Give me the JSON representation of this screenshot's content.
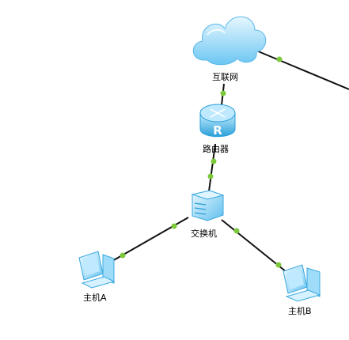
{
  "nodes": {
    "internet": {
      "label": "互联网",
      "icon": "cloud-icon"
    },
    "router": {
      "label": "路由器",
      "icon": "router-icon"
    },
    "switch": {
      "label": "交换机",
      "icon": "switch-icon"
    },
    "host_a": {
      "label": "主机A",
      "icon": "pc-icon"
    },
    "host_b": {
      "label": "主机B",
      "icon": "pc-icon"
    }
  },
  "colors": {
    "link": "#111111",
    "port": "#7cc93b",
    "device_light": "#d6f1ff",
    "device_mid": "#74c8f2",
    "device_dark": "#2a9fd8"
  }
}
